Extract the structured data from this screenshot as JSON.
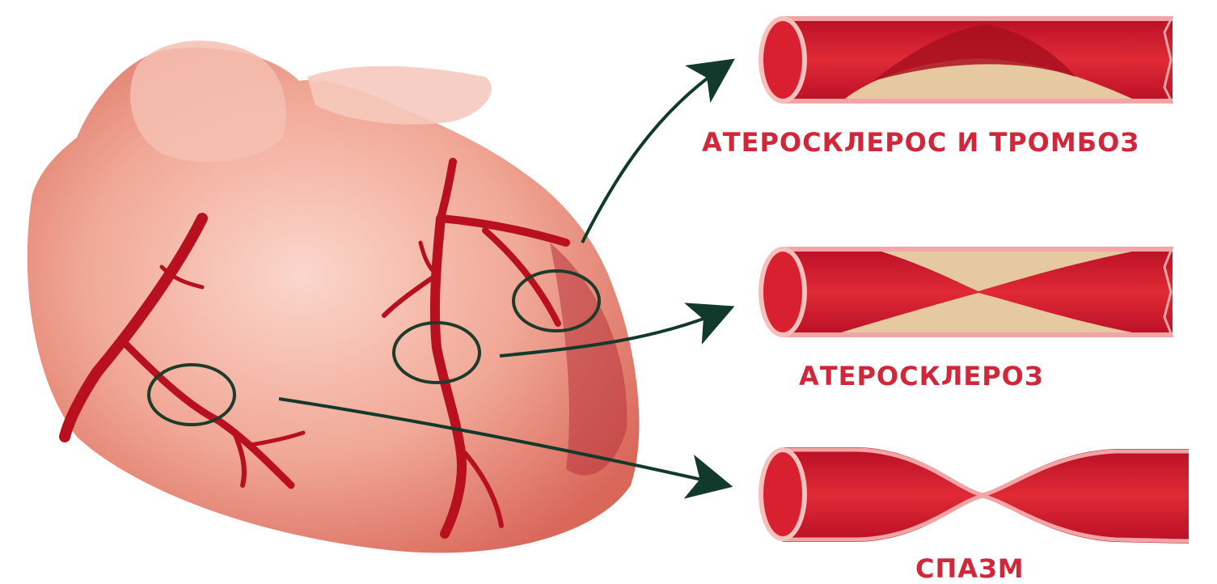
{
  "labels": {
    "thrombosis": "АТЕРОСКЛЕРОС И ТРОМБОЗ",
    "atherosclerosis": "АТЕРОСКЛЕРОЗ",
    "spasm": "СПАЗМ"
  },
  "colors": {
    "label_text": "#d0283a",
    "vessel_wall": "#c8102e",
    "blood": "#d92030",
    "plaque": "#e6c9a0",
    "heart": "#f0b4a8",
    "artery": "#b8101e",
    "circle": "#1e3a2a",
    "arrow": "#123a2c"
  }
}
